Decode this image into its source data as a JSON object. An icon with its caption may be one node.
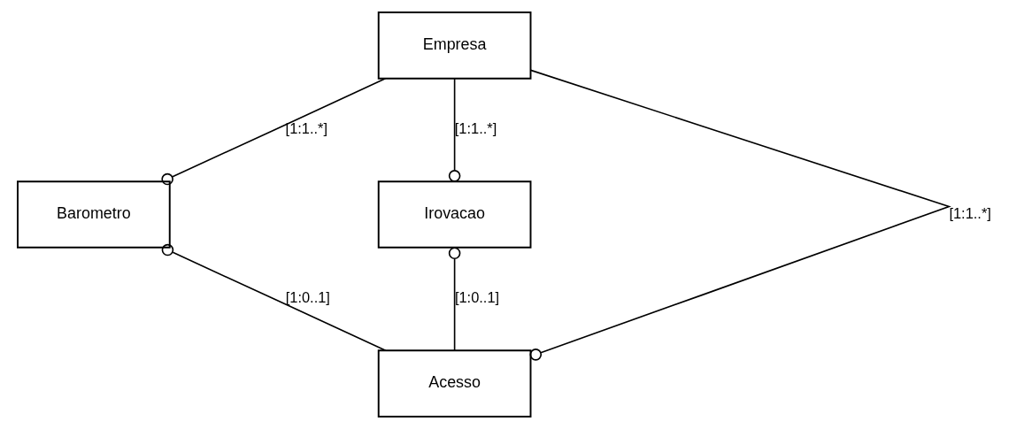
{
  "diagram": {
    "nodes": [
      {
        "text": [
          "Empresa"
        ]
      },
      {
        "text": [
          "Barometro"
        ]
      },
      {
        "text": [
          "Irovacao"
        ]
      },
      {
        "text": [
          "Acesso"
        ]
      }
    ],
    "edges": [
      {
        "from": 0,
        "to": 1,
        "arrow": "other",
        "label": "[1:1..*]"
      },
      {
        "from": 0,
        "to": 3,
        "arrow": "other",
        "label": "[1:1..*]"
      },
      {
        "from": 0,
        "to": 2,
        "arrow": "other",
        "label": "[1:1..*]"
      },
      {
        "from": 3,
        "to": 1,
        "arrow": "other",
        "label": "[1:0..1]"
      },
      {
        "from": 3,
        "to": 2,
        "arrow": "other",
        "label": "[1:0..1]"
      }
    ]
  }
}
